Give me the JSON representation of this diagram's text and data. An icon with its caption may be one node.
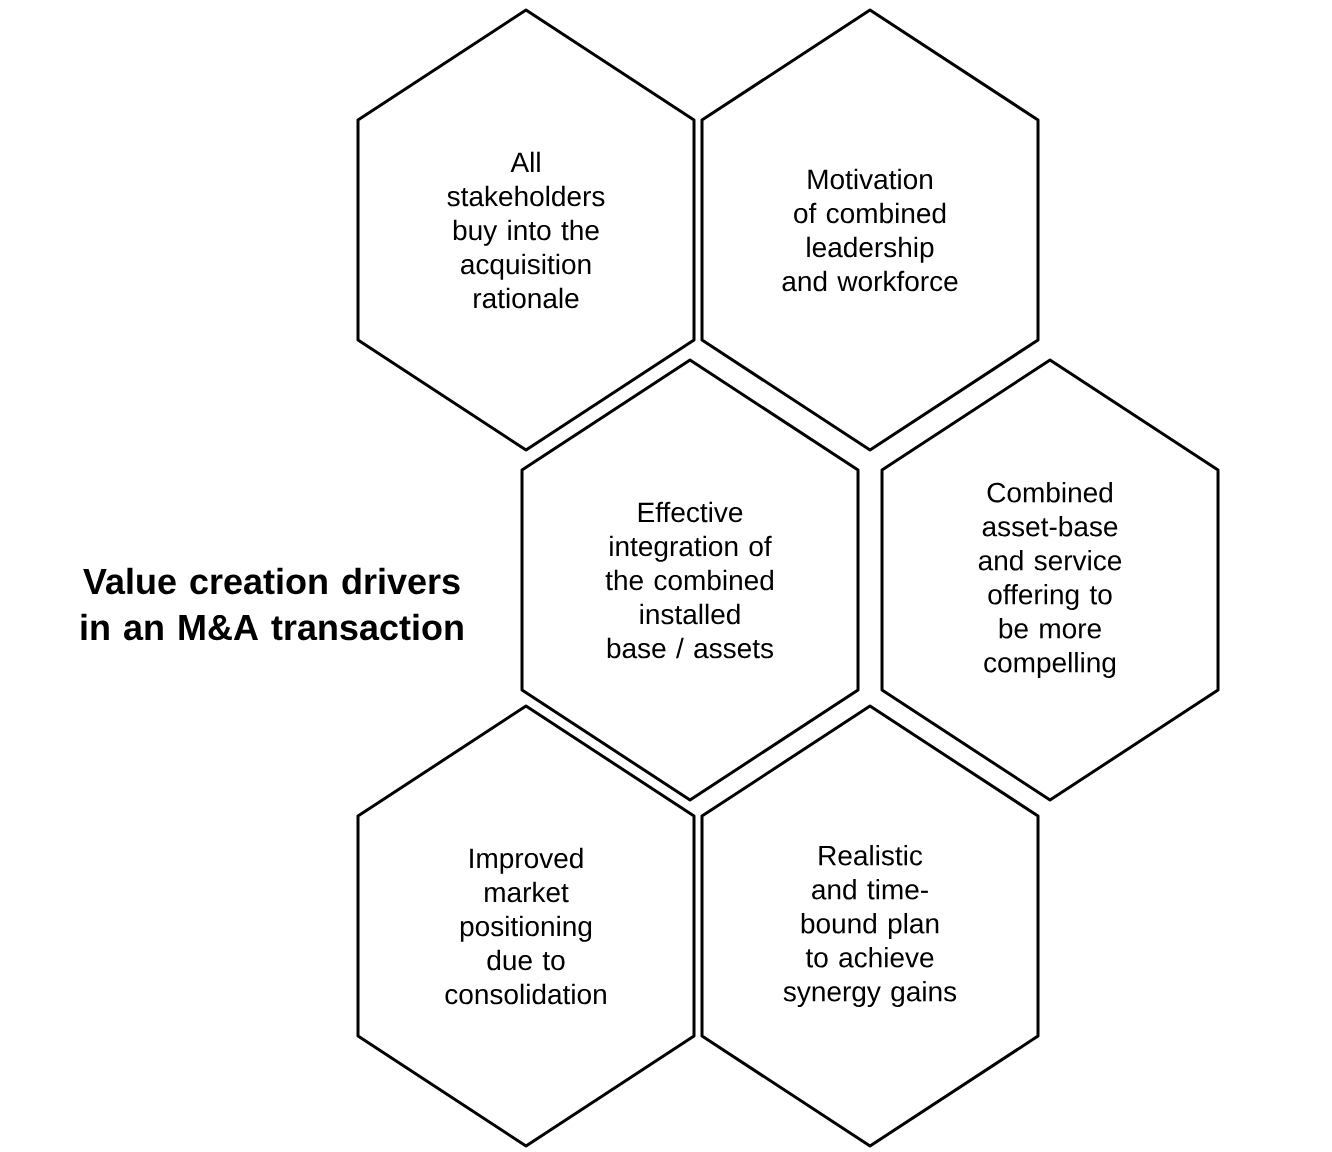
{
  "diagram": {
    "title": "Value creation drivers in an M&A transaction",
    "nodes": [
      {
        "text": [
          "All stakeholders buy into the acquisition rationale"
        ]
      },
      {
        "text": [
          "Motivation of combined leadership and workforce"
        ]
      },
      {
        "text": [
          "Effective integration of the combined installed base / assets"
        ]
      },
      {
        "text": [
          "Combined asset-base and service offering to be more compelling"
        ]
      },
      {
        "text": [
          "Improved market positioning due to consolidation"
        ]
      },
      {
        "text": [
          "Realistic and time-bound plan to achieve synergy gains"
        ]
      }
    ]
  }
}
